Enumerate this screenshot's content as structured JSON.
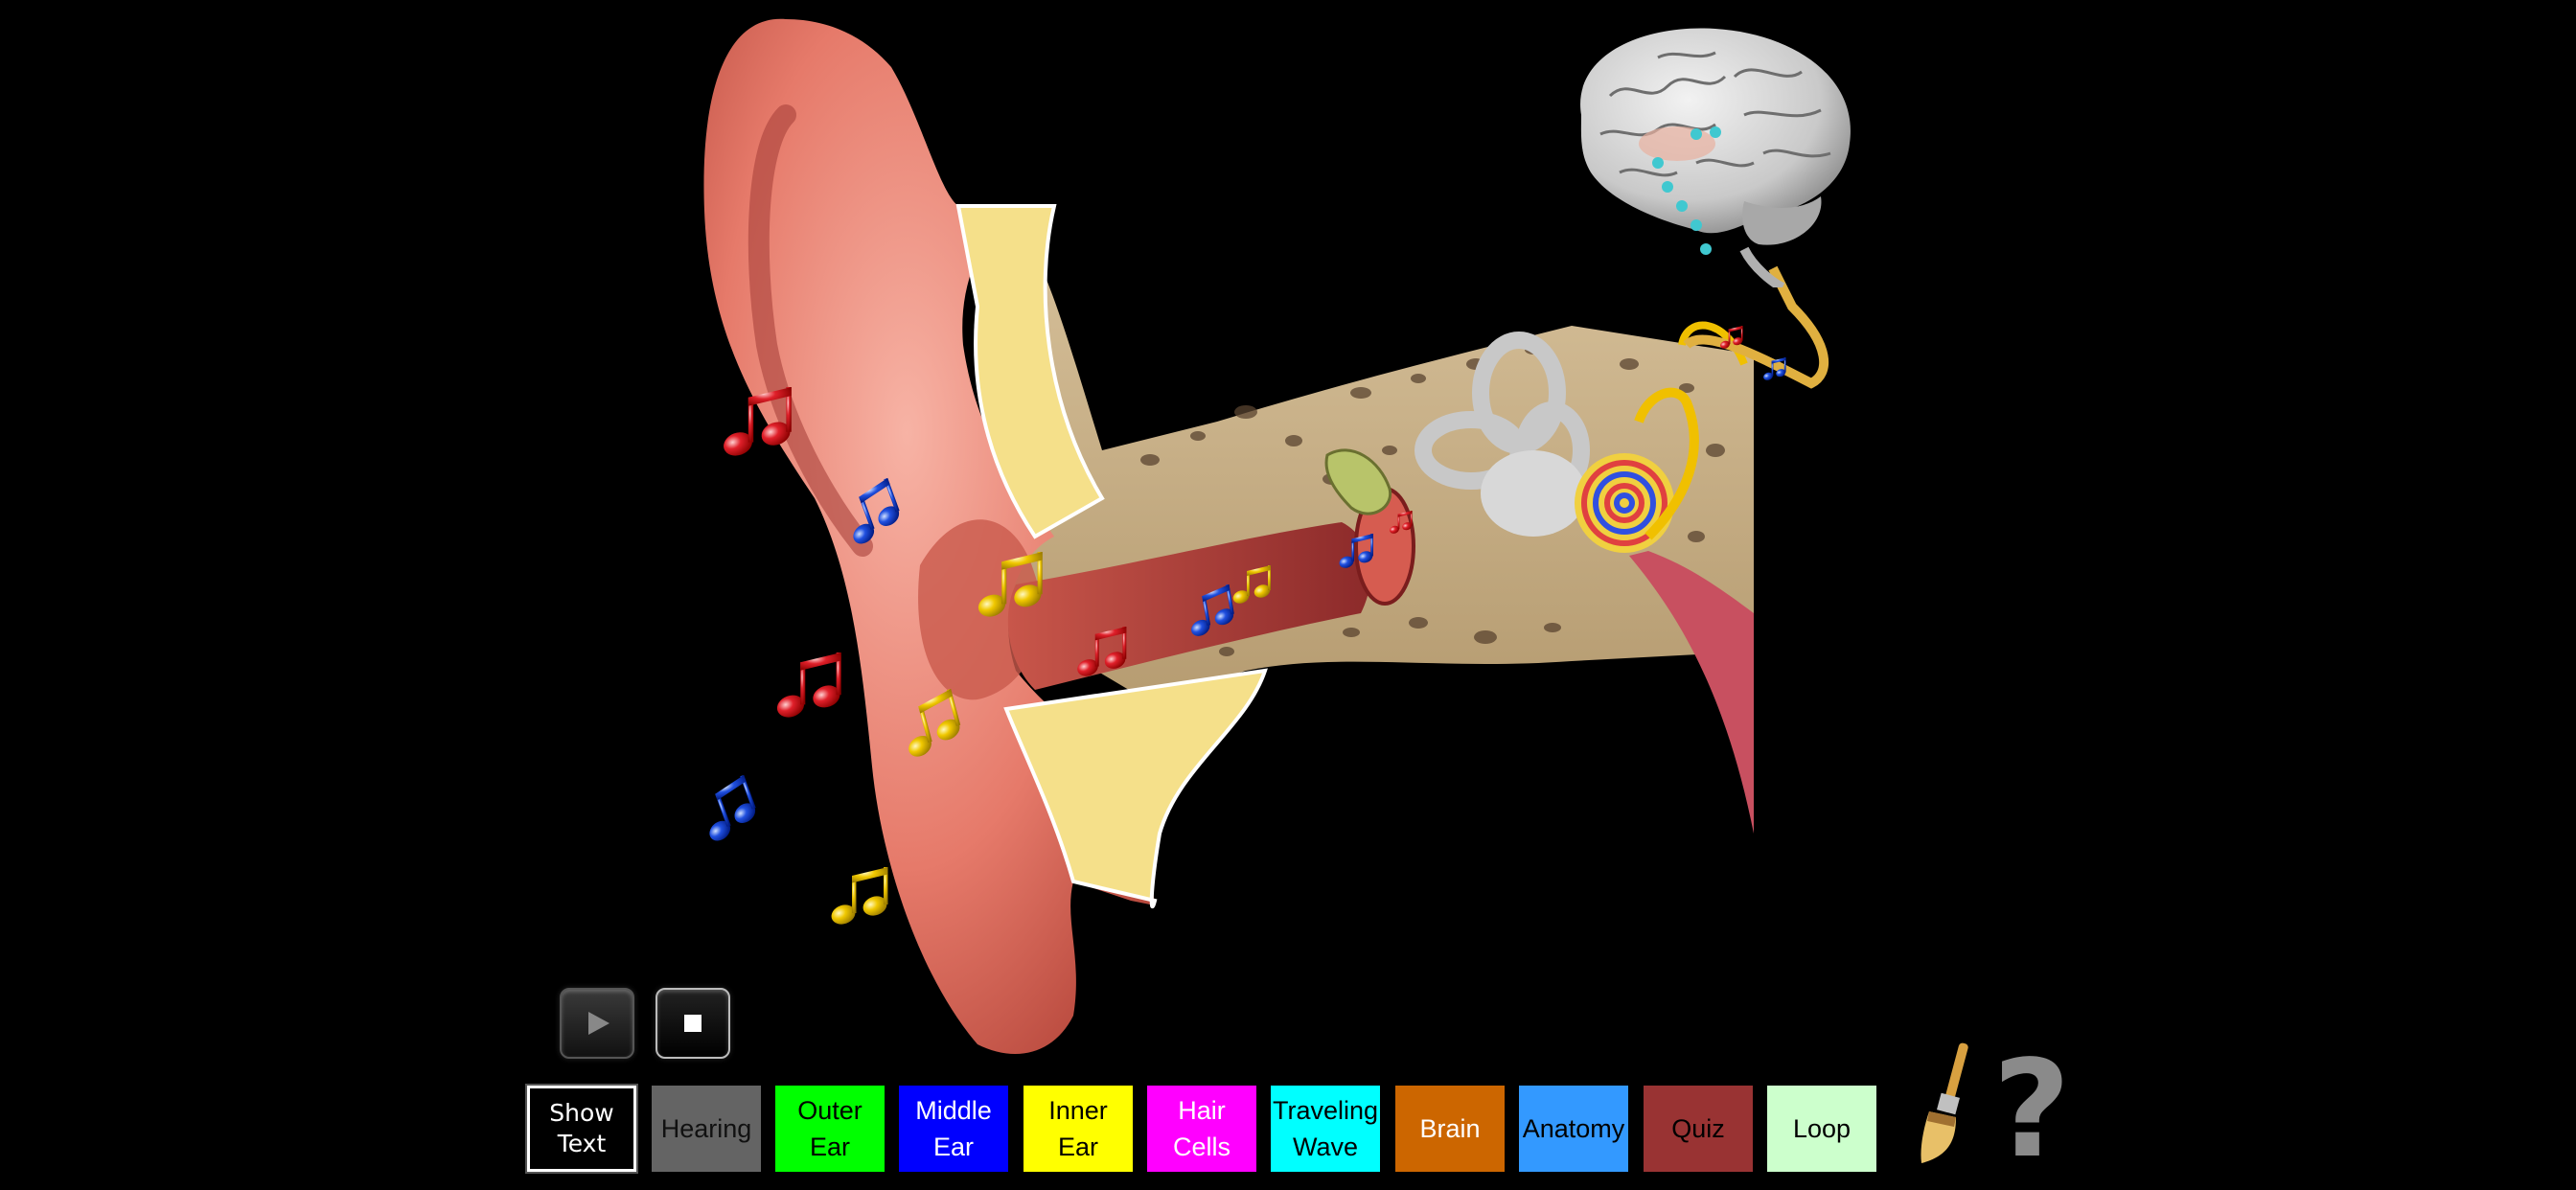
{
  "controls": {
    "play_icon": "play-icon",
    "stop_icon": "stop-icon"
  },
  "nav": {
    "show_text": [
      "Show",
      "Text"
    ],
    "hearing": [
      "Hearing"
    ],
    "outer_ear": [
      "Outer",
      "Ear"
    ],
    "middle_ear": [
      "Middle",
      "Ear"
    ],
    "inner_ear": [
      "Inner",
      "Ear"
    ],
    "hair_cells": [
      "Hair",
      "Cells"
    ],
    "traveling_wave": [
      "Traveling",
      "Wave"
    ],
    "brain": [
      "Brain"
    ],
    "anatomy": [
      "Anatomy"
    ],
    "quiz": [
      "Quiz"
    ],
    "loop": [
      "Loop"
    ]
  },
  "tools": {
    "paintbrush_icon": "paintbrush-icon",
    "help_icon": "question-mark-icon",
    "help_glyph": "?"
  },
  "colors": {
    "hearing": "#646464",
    "outer_ear": "#00ff00",
    "middle_ear": "#0000ff",
    "inner_ear": "#ffff00",
    "hair_cells": "#ff00ff",
    "traveling_wave": "#00ffff",
    "brain": "#cc6600",
    "anatomy": "#3399ff",
    "quiz": "#993333",
    "loop": "#ccffcc",
    "note_red": "#e0202a",
    "note_blue": "#2050e0",
    "note_yellow": "#f0c800"
  }
}
